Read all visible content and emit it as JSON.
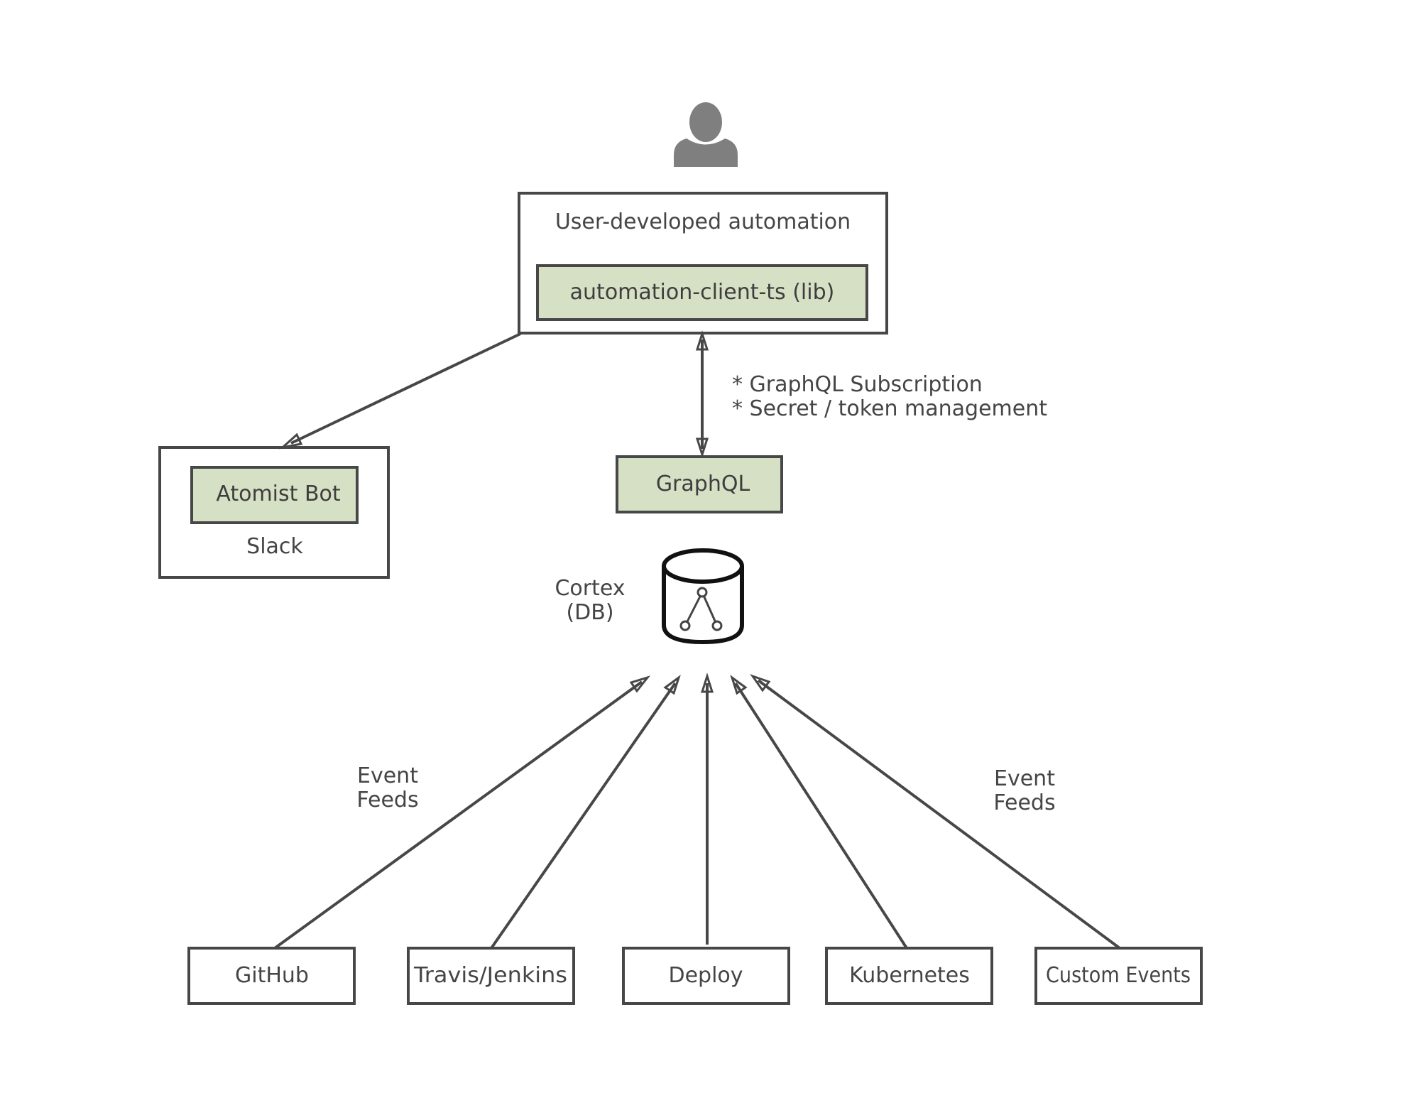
{
  "nodes": {
    "user": {
      "icon": "user-icon"
    },
    "automation": {
      "title": "User-developed automation",
      "lib": "automation-client-ts (lib)"
    },
    "slack": {
      "bot": "Atomist Bot",
      "label": "Slack"
    },
    "graphql": {
      "label": "GraphQL"
    },
    "cortex": {
      "line1": "Cortex",
      "line2": "(DB)",
      "icon": "database-icon"
    },
    "sources": [
      {
        "label": "GitHub"
      },
      {
        "label": "Travis/Jenkins"
      },
      {
        "label": "Deploy"
      },
      {
        "label": "Kubernetes"
      },
      {
        "label": "Custom Events"
      }
    ]
  },
  "annotations": {
    "graphql_notes": [
      "* GraphQL Subscription",
      "* Secret / token management"
    ],
    "event_feeds_left": [
      "Event",
      "Feeds"
    ],
    "event_feeds_right": [
      "Event",
      "Feeds"
    ]
  },
  "colors": {
    "box_stroke": "#474747",
    "green_fill": "#d5e0c4",
    "text": "#454545",
    "icon_fill": "#7f7f7f"
  }
}
